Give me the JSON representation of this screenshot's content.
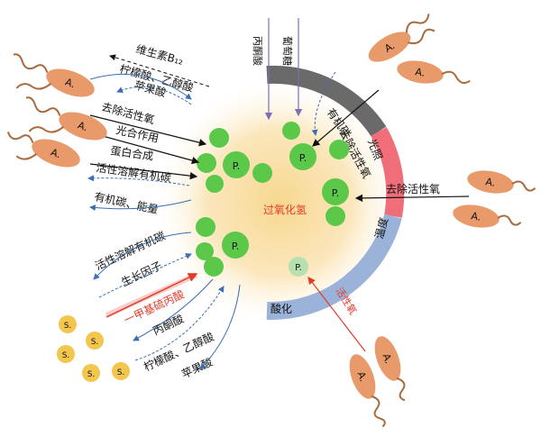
{
  "colors": {
    "glow_center": "#f6d79a",
    "glow_edge": "#fffaf0",
    "green_cell": "#5cc84a",
    "green_cell_pale": "#b6e0b0",
    "bacterium_body": "#e99a6a",
    "yellow_cell": "#f3c64e",
    "arc_gray": "#666666",
    "arc_red": "#ef6e7a",
    "arc_blue": "#9bb3d9",
    "arrow_blue": "#3a6fb3",
    "arrow_purple": "#7a6fb0",
    "red_text": "#e23a2a"
  },
  "icons": {
    "bacterium": "flagellated-bacterium-icon",
    "green_cell": "circle-cell-icon",
    "yellow_cell": "small-circle-cell-icon"
  },
  "labels": {
    "center": "过氧化氢",
    "p_cell": "P.",
    "a_cell": "A.",
    "s_cell": "S.",
    "left_top": [
      "维生素B₁₂",
      "柠檬酸、乙醇酸",
      "苹果酸",
      "去除活性氧",
      "光合作用",
      "蛋白合成",
      "活性溶解有机碳",
      "有机碳、能量"
    ],
    "left_bottom": [
      "活性溶解有机碳",
      "生长因子",
      "一甲基硫丙酸",
      "丙酮酸",
      "柠檬酸、乙醇酸",
      "苹果酸"
    ],
    "top": [
      "丙酮酸",
      "葡萄糖"
    ],
    "arc_gray": "有机碳",
    "arc_gray_2": "去除活性氧",
    "arc_gray_3": "光照",
    "arc_red": "温度",
    "arc_blue": "酸化",
    "right_mid": "去除活性氧",
    "bottom_right": "活性氧"
  }
}
